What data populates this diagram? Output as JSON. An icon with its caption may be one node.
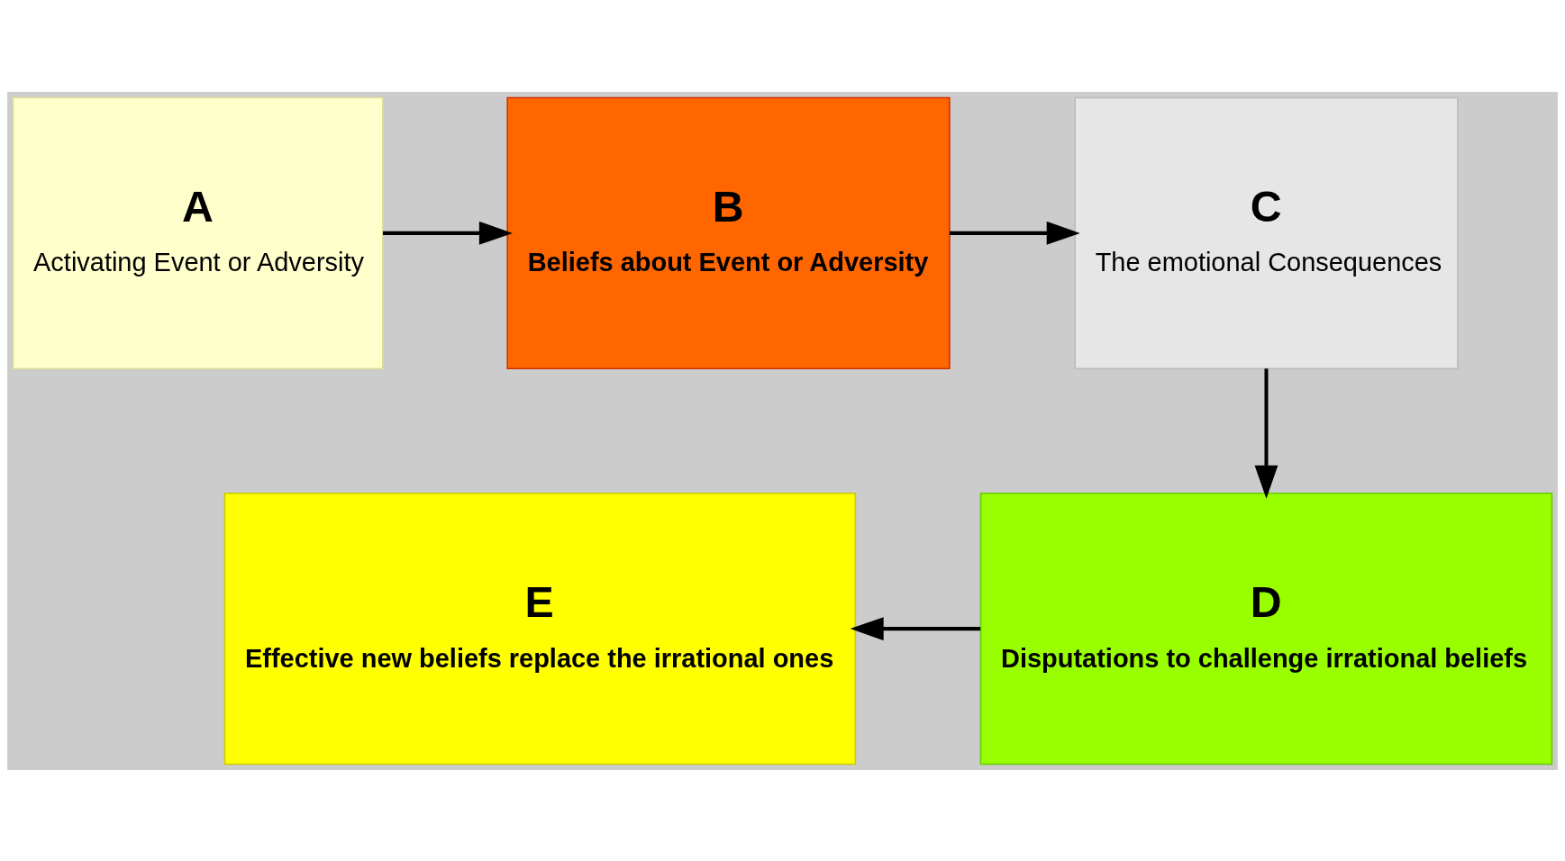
{
  "diagram": {
    "nodes": [
      {
        "text": [
          "A",
          "Activating Event or Adversity"
        ]
      },
      {
        "text": [
          "B",
          "Beliefs about Event or Adversity"
        ]
      },
      {
        "text": [
          "C",
          "The emotional Consequences"
        ]
      },
      {
        "text": [
          "D",
          "Disputations to challenge irrational beliefs"
        ]
      },
      {
        "text": [
          "E",
          "Effective new beliefs replace the irrational ones"
        ]
      }
    ],
    "edges": [
      {
        "from": 0,
        "to": 1,
        "arrow": "to"
      },
      {
        "from": 1,
        "to": 2,
        "arrow": "to"
      },
      {
        "from": 2,
        "to": 3,
        "arrow": "to"
      },
      {
        "from": 3,
        "to": 4,
        "arrow": "to"
      }
    ]
  }
}
